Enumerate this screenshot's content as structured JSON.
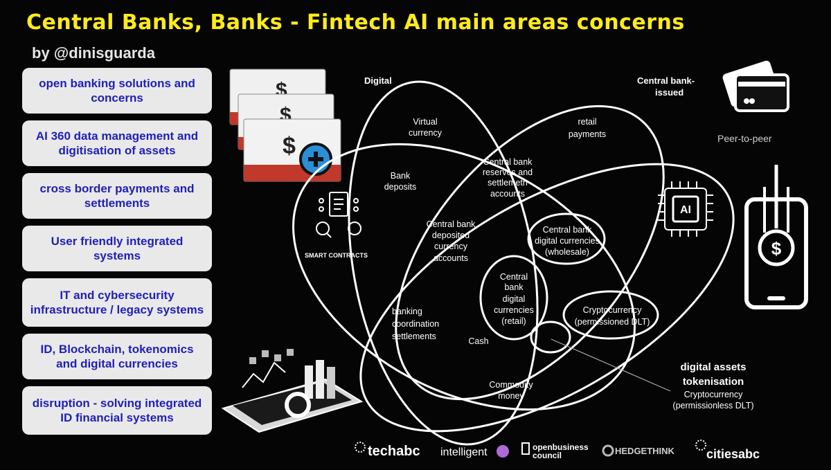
{
  "title": "Central Banks, Banks - Fintech AI main areas concerns",
  "byline": "by @dinisguarda",
  "concerns": [
    "open banking solutions and concerns",
    "AI 360 data management and digitisation of assets",
    "cross border payments and settlements",
    "User friendly integrated systems",
    "IT and cybersecurity infrastructure / legacy systems",
    "ID, Blockchain, tokenomics and digital currencies",
    "disruption - solving integrated ID financial systems"
  ],
  "diagram": {
    "set_digital": "Digital",
    "set_central_bank_issued": [
      "Central bank-",
      "issued"
    ],
    "set_peer_to_peer": "Peer-to-peer",
    "virtual_currency": [
      "Virtual",
      "currency"
    ],
    "retail_payments": [
      "retail",
      "payments"
    ],
    "bank_deposits": [
      "Bank",
      "deposits"
    ],
    "cb_reserves": [
      "Central bank",
      "reserves and",
      "settlemetn",
      "accounts"
    ],
    "cb_deposited": [
      "Central bank",
      "deposited",
      "currency",
      "accounts"
    ],
    "cbdc_wholesale": [
      "Central bank",
      "digital currencies",
      "(wholesale)"
    ],
    "cbdc_retail": [
      "Central",
      "bank",
      "digital",
      "currencies",
      "(retail)"
    ],
    "banking_coord": [
      "banking",
      "coordination",
      "settlements"
    ],
    "cash": "Cash",
    "crypto_permissioned": [
      "Cryptocurrency",
      "(permissioned DLT)"
    ],
    "commodity_money": [
      "Commodity",
      "money"
    ],
    "smart_contracts": "SMART CONTRACTS",
    "digital_assets": [
      "digital assets",
      "tokenisation"
    ],
    "crypto_permissionless": [
      "Cryptocurrency",
      "(permissionless DLT)"
    ],
    "ai_chip_label": "AI"
  },
  "icons": {
    "money": "dollar-bill-stack-icon",
    "card": "credit-card-icon",
    "chip": "ai-chip-icon",
    "phone": "mobile-payment-icon",
    "contracts": "smart-contracts-icon",
    "tablet": "analytics-tablet-icon"
  },
  "logos": [
    "techabc",
    "intelligent",
    "openbusiness",
    "council",
    "HEDGETHINK",
    "citiesabc"
  ],
  "colors": {
    "title": "#ffeb1a",
    "concern_text": "#1f1fb8",
    "concern_bg": "#e9e9e9",
    "bill_red": "#c0392b",
    "plus_blue": "#2a8fd6"
  }
}
